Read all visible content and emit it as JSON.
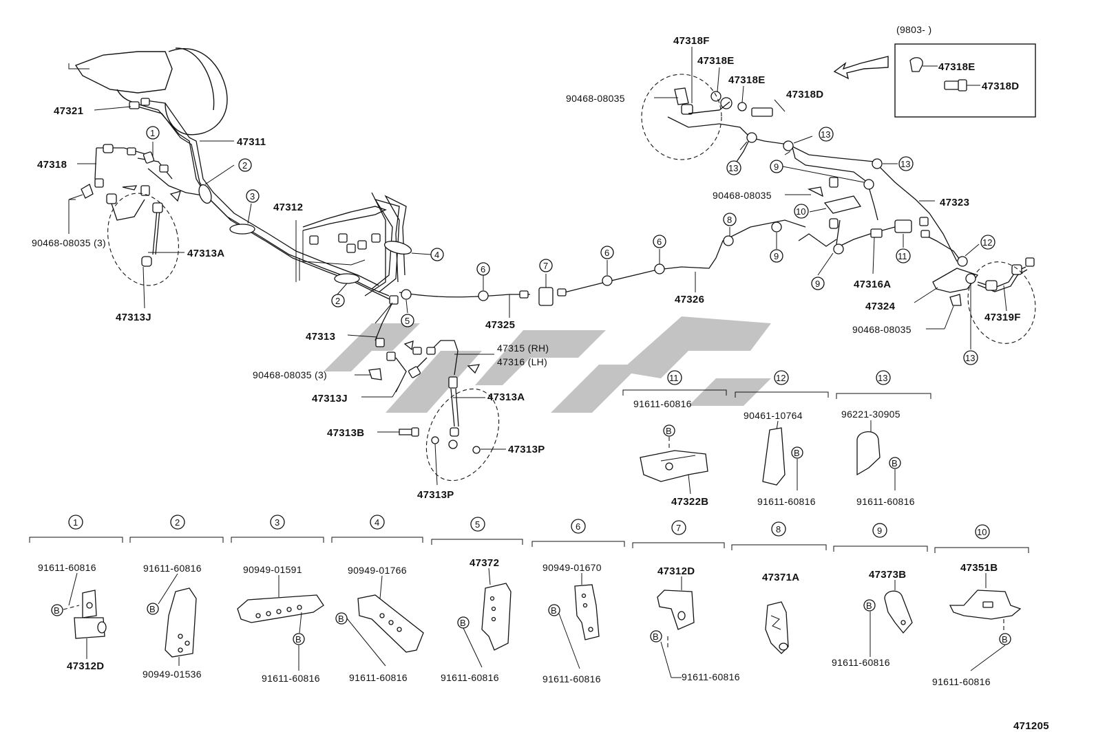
{
  "labels": {
    "p47321": "47321",
    "p47311": "47311",
    "p47318": "47318",
    "p47312": "47312",
    "p90468_l1": "90468-08035 (3)",
    "p47313A_l": "47313A",
    "p47313J_l": "47313J",
    "p47313": "47313",
    "p90468_l2": "90468-08035 (3)",
    "p47313J_2": "47313J",
    "p47313B": "47313B",
    "p47313A_2": "47313A",
    "p47313P_1": "47313P",
    "p47313P_2": "47313P",
    "p47315": "47315 (RH)",
    "p47316": "47316 (LH)",
    "p47325": "47325",
    "p47326": "47326",
    "p47318F": "47318F",
    "p47318E_1": "47318E",
    "p47318E_2": "47318E",
    "p47318D": "47318D",
    "p90468_r1": "90468-08035",
    "p90468_r2": "90468-08035",
    "p90468_r3": "90468-08035",
    "p47323": "47323",
    "p47316A": "47316A",
    "p47324": "47324",
    "p47319F": "47319F",
    "inset_title": "(9803-       )",
    "inset_47318E": "47318E",
    "inset_47318D": "47318D",
    "diagram_code": "471205"
  },
  "callouts": {
    "c1": "1",
    "c2": "2",
    "c3": "3",
    "c4": "4",
    "c5": "5",
    "c6": "6",
    "c7": "7",
    "c8": "8",
    "c9": "9",
    "c10": "10",
    "c11": "11",
    "c12": "12",
    "c13": "13",
    "b": "B"
  },
  "detail_groups": [
    {
      "num": "1",
      "top": "91611-60816",
      "bottom": "47312D"
    },
    {
      "num": "2",
      "top": "91611-60816",
      "bottom": "90949-01536"
    },
    {
      "num": "3",
      "top": "90949-01591",
      "bottom": "91611-60816"
    },
    {
      "num": "4",
      "top": "90949-01766",
      "bottom": "91611-60816"
    },
    {
      "num": "5",
      "top": "47372",
      "bottom": "91611-60816"
    },
    {
      "num": "6",
      "top": "90949-01670",
      "bottom": "91611-60816"
    },
    {
      "num": "7",
      "top": "47312D",
      "bottom": "91611-60816"
    },
    {
      "num": "8",
      "top": "47371A",
      "bottom": ""
    },
    {
      "num": "9",
      "top": "47373B",
      "bottom": "91611-60816"
    },
    {
      "num": "10",
      "top": "47351B",
      "bottom": "91611-60816"
    },
    {
      "num": "11",
      "top": "91611-60816",
      "bottom": "47322B"
    },
    {
      "num": "12",
      "top": "90461-10764",
      "bottom": "91611-60816"
    },
    {
      "num": "13",
      "top": "96221-30905",
      "bottom": "91611-60816"
    }
  ],
  "watermark_color": "#bdbdbd",
  "line_color": "#111111"
}
